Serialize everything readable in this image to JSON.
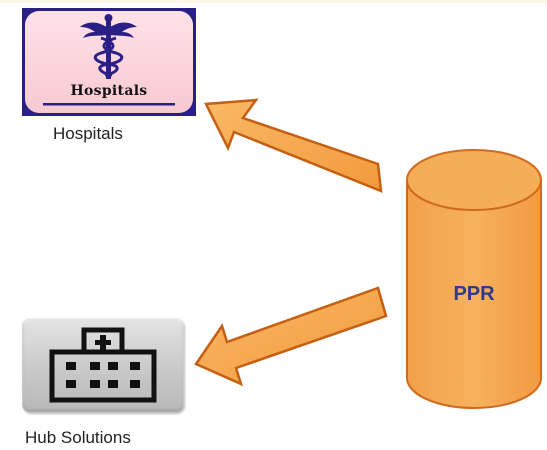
{
  "nodes": {
    "hospitals": {
      "icon_caption": "Hospitals",
      "label": "Hospitals",
      "icon": "caduceus-icon"
    },
    "hub": {
      "label": "Hub Solutions",
      "icon": "hospital-building-icon"
    },
    "ppr": {
      "label": "PPR",
      "icon": "database-cylinder"
    }
  },
  "edges": [
    {
      "from": "ppr",
      "to": "hospitals"
    },
    {
      "from": "ppr",
      "to": "hub"
    }
  ],
  "colors": {
    "arrow_fill": "#f7a24a",
    "arrow_stroke": "#c55f12",
    "cylinder_fill": "#f5a94e",
    "cylinder_stroke": "#d06a1e",
    "ppr_text": "#2f3a8c",
    "hospital_frame": "#2a1f86"
  }
}
